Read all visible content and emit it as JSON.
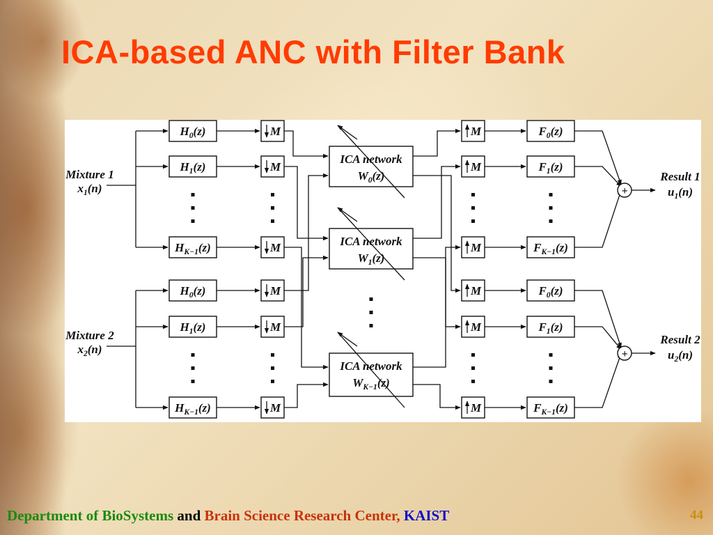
{
  "slide": {
    "title": "ICA-based ANC with Filter Bank",
    "page_number": "44",
    "colors": {
      "title": "#ff3b00",
      "footer_dept": "#1a8a10",
      "footer_and": "#000000",
      "footer_center": "#c8320a",
      "footer_kaist": "#1010c8",
      "page_number": "#c89010"
    }
  },
  "footer": {
    "dept": "Department of BioSystems",
    "and": " and ",
    "center": "Brain Science Research Center,",
    "kaist": " KAIST"
  },
  "diagram": {
    "mixtures": [
      {
        "label": "Mixture 1",
        "signal": "x",
        "sub": "1",
        "arg": "(n)"
      },
      {
        "label": "Mixture 2",
        "signal": "x",
        "sub": "2",
        "arg": "(n)"
      }
    ],
    "results": [
      {
        "label": "Result 1",
        "signal": "u",
        "sub": "1",
        "arg": "(n)"
      },
      {
        "label": "Result 2",
        "signal": "u",
        "sub": "2",
        "arg": "(n)"
      }
    ],
    "analysis_filters": [
      {
        "name": "H",
        "sub": "0",
        "arg": "(z)"
      },
      {
        "name": "H",
        "sub": "1",
        "arg": "(z)"
      },
      {
        "name": "H",
        "sub": "K−1",
        "arg": "(z)"
      }
    ],
    "synthesis_filters": [
      {
        "name": "F",
        "sub": "0",
        "arg": "(z)"
      },
      {
        "name": "F",
        "sub": "1",
        "arg": "(z)"
      },
      {
        "name": "F",
        "sub": "K−1",
        "arg": "(z)"
      }
    ],
    "downsample_label": "M",
    "upsample_label": "M",
    "ica_blocks": [
      {
        "title": "ICA network",
        "weight": "W",
        "sub": "0",
        "arg": "(z)"
      },
      {
        "title": "ICA network",
        "weight": "W",
        "sub": "1",
        "arg": "(z)"
      },
      {
        "title": "ICA network",
        "weight": "W",
        "sub": "K−1",
        "arg": "(z)"
      }
    ],
    "sum_symbol": "+"
  }
}
